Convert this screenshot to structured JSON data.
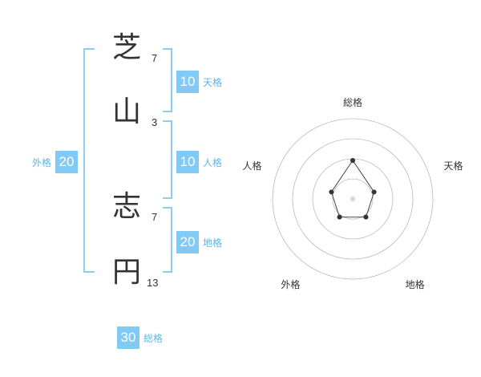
{
  "name": {
    "chars": [
      {
        "char": "芝",
        "strokes": "7"
      },
      {
        "char": "山",
        "strokes": "3"
      },
      {
        "char": "志",
        "strokes": "7"
      },
      {
        "char": "円",
        "strokes": "13"
      }
    ]
  },
  "kakusu": {
    "tenkaku": {
      "value": "10",
      "label": "天格"
    },
    "jinkaku": {
      "value": "10",
      "label": "人格"
    },
    "chikaku": {
      "value": "20",
      "label": "地格"
    },
    "gaikaku": {
      "value": "20",
      "label": "外格"
    },
    "soukaku": {
      "value": "30",
      "label": "総格"
    }
  },
  "chart_data": {
    "type": "radar",
    "axes": [
      "総格",
      "天格",
      "地格",
      "外格",
      "人格"
    ],
    "values": [
      0.48,
      0.28,
      0.28,
      0.28,
      0.28
    ],
    "rings": 4,
    "colors": {
      "ring": "#bbbbbb",
      "series": "#333333",
      "center": "#dddddd"
    }
  }
}
